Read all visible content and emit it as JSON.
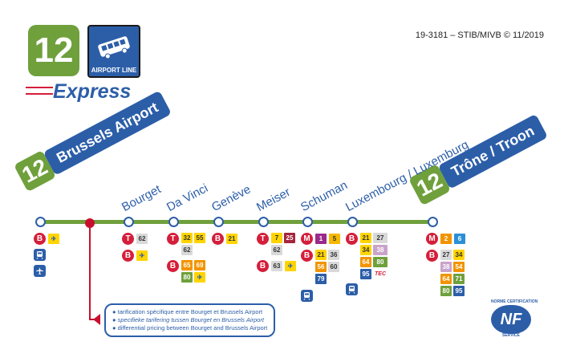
{
  "header": {
    "line_number": "12",
    "airport_line_label": "AIRPORT LINE",
    "express_label": "Express",
    "copyright": "19-3181 – STIB/MIVB © 11/2019"
  },
  "colors": {
    "line_green": "#6fa03c",
    "stib_blue": "#2c5ea8",
    "metro_red": "#d41e3a"
  },
  "termini": {
    "start": {
      "number": "12",
      "name": "Brussels Airport"
    },
    "end": {
      "number": "12",
      "name": "Trône / Troon"
    }
  },
  "stops": [
    {
      "name": "Brussels Airport",
      "modes": [
        {
          "type": "B",
          "chips": [
            {
              "text": "✈",
              "bg": "#ffd400",
              "fg": "#2c5ea8"
            }
          ]
        },
        {
          "type": "train-icon",
          "chips": []
        },
        {
          "type": "plane-icon",
          "chips": []
        }
      ]
    },
    {
      "name": "Bourget",
      "modes": [
        {
          "type": "T",
          "chips": [
            {
              "text": "62",
              "bg": "#d9d9d9",
              "fg": "#333"
            }
          ]
        },
        {
          "type": "B",
          "chips": [
            {
              "text": "✈",
              "bg": "#ffd400",
              "fg": "#2c5ea8"
            }
          ]
        }
      ]
    },
    {
      "name": "Da Vinci",
      "modes": [
        {
          "type": "T",
          "chips": [
            {
              "text": "32",
              "bg": "#ffd400",
              "fg": "#333"
            },
            {
              "text": "55",
              "bg": "#ffd400",
              "fg": "#333"
            },
            {
              "text": "62",
              "bg": "#d9d9d9",
              "fg": "#333"
            }
          ]
        },
        {
          "type": "B",
          "chips": [
            {
              "text": "65",
              "bg": "#f29400",
              "fg": "#fff"
            },
            {
              "text": "69",
              "bg": "#f29400",
              "fg": "#fff"
            },
            {
              "text": "80",
              "bg": "#6fa03c",
              "fg": "#fff"
            },
            {
              "text": "✈",
              "bg": "#ffd400",
              "fg": "#2c5ea8"
            }
          ]
        }
      ]
    },
    {
      "name": "Genève",
      "modes": [
        {
          "type": "B",
          "chips": [
            {
              "text": "21",
              "bg": "#ffd400",
              "fg": "#333"
            }
          ]
        }
      ]
    },
    {
      "name": "Meiser",
      "modes": [
        {
          "type": "T",
          "chips": [
            {
              "text": "7",
              "bg": "#ffd400",
              "fg": "#333"
            },
            {
              "text": "25",
              "bg": "#a5243c",
              "fg": "#fff"
            },
            {
              "text": "62",
              "bg": "#d9d9d9",
              "fg": "#333"
            }
          ]
        },
        {
          "type": "B",
          "chips": [
            {
              "text": "63",
              "bg": "#d9d9d9",
              "fg": "#333"
            },
            {
              "text": "✈",
              "bg": "#ffd400",
              "fg": "#2c5ea8"
            }
          ]
        }
      ]
    },
    {
      "name": "Schuman",
      "modes": [
        {
          "type": "M",
          "chips": [
            {
              "text": "1",
              "bg": "#9b2a8b",
              "fg": "#fff"
            },
            {
              "text": "5",
              "bg": "#f5b800",
              "fg": "#333"
            }
          ]
        },
        {
          "type": "B",
          "chips": [
            {
              "text": "21",
              "bg": "#ffd400",
              "fg": "#333"
            },
            {
              "text": "36",
              "bg": "#d9d9d9",
              "fg": "#333"
            },
            {
              "text": "56",
              "bg": "#f29400",
              "fg": "#fff"
            },
            {
              "text": "60",
              "bg": "#d9d9d9",
              "fg": "#333"
            },
            {
              "text": "79",
              "bg": "#2c5ea8",
              "fg": "#fff"
            }
          ]
        },
        {
          "type": "train-icon",
          "chips": []
        }
      ]
    },
    {
      "name": "Luxembourg / Luxemburg",
      "modes": [
        {
          "type": "B",
          "chips": [
            {
              "text": "21",
              "bg": "#ffd400",
              "fg": "#333"
            },
            {
              "text": "27",
              "bg": "#d9d9d9",
              "fg": "#333"
            },
            {
              "text": "34",
              "bg": "#ffd400",
              "fg": "#333"
            },
            {
              "text": "38",
              "bg": "#c9a3c9",
              "fg": "#fff"
            },
            {
              "text": "64",
              "bg": "#f29400",
              "fg": "#fff"
            },
            {
              "text": "80",
              "bg": "#6fa03c",
              "fg": "#fff"
            },
            {
              "text": "95",
              "bg": "#2c5ea8",
              "fg": "#fff"
            },
            {
              "text": "TEC",
              "bg": "#ffffff",
              "fg": "#d41e3a"
            }
          ]
        },
        {
          "type": "train-icon",
          "chips": []
        }
      ]
    },
    {
      "name": "Trône / Troon",
      "modes": [
        {
          "type": "M",
          "chips": [
            {
              "text": "2",
              "bg": "#f29400",
              "fg": "#fff"
            },
            {
              "text": "6",
              "bg": "#2c8fd6",
              "fg": "#fff"
            }
          ]
        },
        {
          "type": "B",
          "chips": [
            {
              "text": "27",
              "bg": "#d9d9d9",
              "fg": "#333"
            },
            {
              "text": "34",
              "bg": "#ffd400",
              "fg": "#333"
            },
            {
              "text": "38",
              "bg": "#c9a3c9",
              "fg": "#fff"
            },
            {
              "text": "54",
              "bg": "#f29400",
              "fg": "#fff"
            },
            {
              "text": "64",
              "bg": "#f29400",
              "fg": "#fff"
            },
            {
              "text": "71",
              "bg": "#6fa03c",
              "fg": "#fff"
            },
            {
              "text": "80",
              "bg": "#6fa03c",
              "fg": "#fff"
            },
            {
              "text": "95",
              "bg": "#2c5ea8",
              "fg": "#fff"
            }
          ]
        }
      ]
    }
  ],
  "tariff_note": [
    "tarification spécifique entre Bourget et Brussels Airport",
    "specifieke tarifering tussen Bourget en Brussels Airport",
    "differential pricing between Bourget and Brussels Airport"
  ],
  "certification": {
    "top_text": "NORME CERTIFICATION",
    "logo_text": "NF",
    "bottom_text": "SERVICE"
  }
}
